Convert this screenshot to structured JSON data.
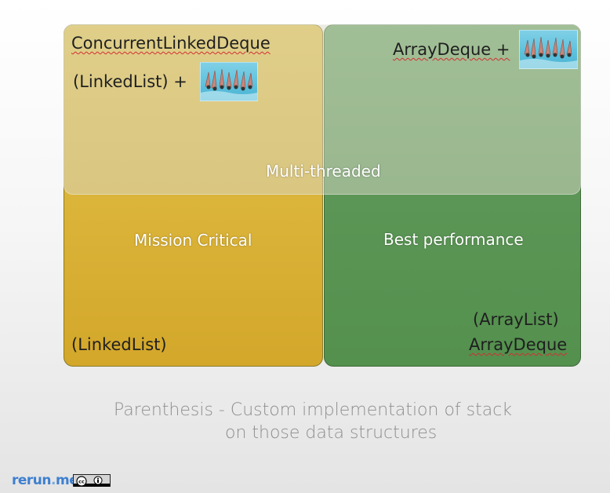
{
  "quadrants": {
    "top_left_title": "ConcurrentLinkedDeque",
    "top_left_item": "(LinkedList) +",
    "top_right_item": "ArrayDeque +",
    "band_label": "Multi-threaded",
    "left_label": "Mission Critical",
    "right_label": "Best performance",
    "bottom_left_item": "(LinkedList)",
    "bottom_right_line1": "(ArrayList)",
    "bottom_right_line2": "ArrayDeque"
  },
  "caption": {
    "line1": "Parenthesis - Custom implementation of stack",
    "line2": "on those data structures"
  },
  "footer": {
    "brand_part1": "rerun",
    "brand_dot": ".",
    "brand_part2": "me",
    "license_icon": "creative-commons-by-icon"
  },
  "colors": {
    "mission_critical": "#d9b236",
    "best_performance": "#5e9a58",
    "multi_threaded_overlay": "#d7d7c8"
  }
}
